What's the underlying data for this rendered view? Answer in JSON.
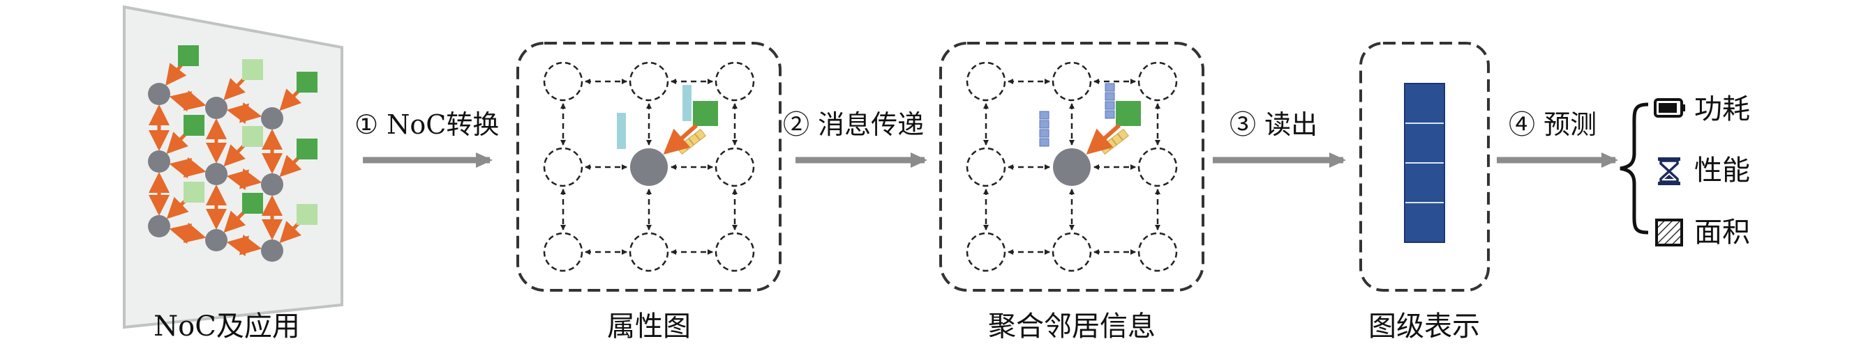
{
  "panels": {
    "noc": {
      "caption": "NoC及应用"
    },
    "attr_graph": {
      "caption": "属性图"
    },
    "aggregate": {
      "caption": "聚合邻居信息"
    },
    "graph_repr": {
      "caption": "图级表示"
    }
  },
  "steps": [
    {
      "label": "① NoC转换"
    },
    {
      "label": "② 消息传递"
    },
    {
      "label": "③ 读出"
    },
    {
      "label": "④ 预测"
    }
  ],
  "outputs": [
    {
      "label": "功耗",
      "icon": "battery-icon"
    },
    {
      "label": "性能",
      "icon": "hourglass-icon"
    },
    {
      "label": "面积",
      "icon": "hatched-square-icon"
    }
  ],
  "colors": {
    "node_gray": "#7d7f86",
    "arrow_orange": "#e5692a",
    "green_dark": "#4ea64a",
    "green_light": "#b6dfa6",
    "teal_bar": "#9fd3dc",
    "blue_bar": "#8aa4d8",
    "yellow_msg": "#f1d27a",
    "vector_blue": "#2b4f93",
    "flow_arrow": "#8c8c8c",
    "dash_border": "#333333"
  }
}
